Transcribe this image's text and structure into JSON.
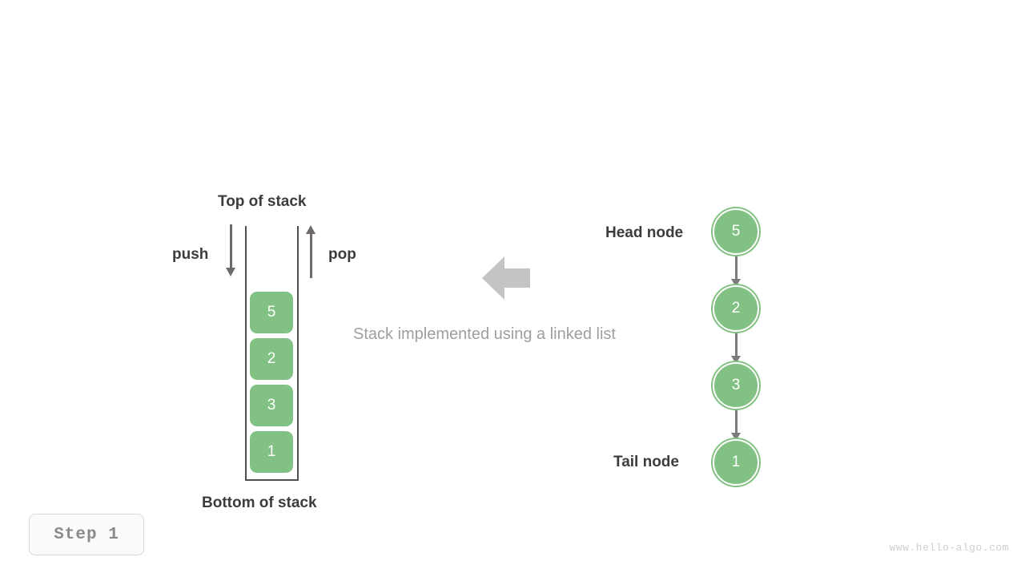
{
  "diagram": {
    "caption": "Stack implemented using a linked list",
    "step_badge": "Step  1",
    "watermark": "www.hello-algo.com",
    "colors": {
      "node_green": "#81c183",
      "arrow_gray": "#6e6a6a",
      "link_gray": "#7d7a7a",
      "big_arrow_gray": "#c4c4c4",
      "label_dark": "#3c3c3c",
      "caption_gray": "#9e9e9e",
      "badge_text_gray": "#8a8a8a",
      "watermark_gray": "#cfcfcf",
      "wall_dark": "#4f4f4f",
      "background": "#ffffff"
    }
  },
  "stack": {
    "top_label": "Top of stack",
    "bottom_label": "Bottom of stack",
    "push_label": "push",
    "pop_label": "pop",
    "cells": [
      {
        "value": "5"
      },
      {
        "value": "2"
      },
      {
        "value": "3"
      },
      {
        "value": "1"
      }
    ]
  },
  "linked_list": {
    "head_label": "Head node",
    "tail_label": "Tail node",
    "nodes": [
      {
        "value": "5"
      },
      {
        "value": "2"
      },
      {
        "value": "3"
      },
      {
        "value": "1"
      }
    ]
  }
}
